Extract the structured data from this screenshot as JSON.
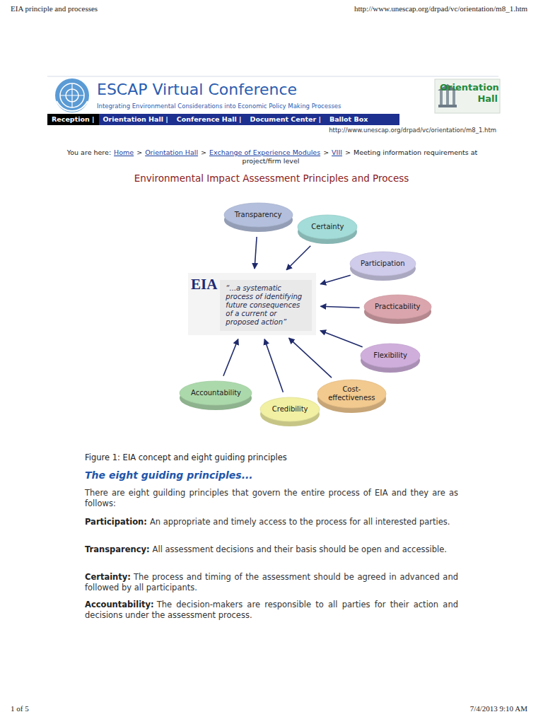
{
  "diagram": {
    "title": "Environmental Impact Assessment Principles and Process",
    "caption": "Figure 1: EIA concept and eight guiding principles",
    "nodes": [
      {
        "text": [
          "EIA",
          "“...a systematic process of identifying future consequences of a current or proposed action”"
        ]
      },
      {
        "text": [
          "Transparency"
        ]
      },
      {
        "text": [
          "Certainty"
        ]
      },
      {
        "text": [
          "Participation"
        ]
      },
      {
        "text": [
          "Practicability"
        ]
      },
      {
        "text": [
          "Flexibility"
        ]
      },
      {
        "text": [
          "Cost-effectiveness"
        ]
      },
      {
        "text": [
          "Credibility"
        ]
      },
      {
        "text": [
          "Accountability"
        ]
      }
    ],
    "edges": [
      {
        "from": 1,
        "to": 0,
        "arrow": "to"
      },
      {
        "from": 2,
        "to": 0,
        "arrow": "to"
      },
      {
        "from": 3,
        "to": 0,
        "arrow": "to"
      },
      {
        "from": 4,
        "to": 0,
        "arrow": "to"
      },
      {
        "from": 5,
        "to": 0,
        "arrow": "to"
      },
      {
        "from": 6,
        "to": 0,
        "arrow": "to"
      },
      {
        "from": 7,
        "to": 0,
        "arrow": "to"
      },
      {
        "from": 8,
        "to": 0,
        "arrow": "to"
      }
    ],
    "labels": [
      "EIA principle and processes",
      "http://www.unescap.org/drpad/vc/orientation/m8_1.htm",
      "ESCAP Virtual Conference",
      "Integrating Environmental Considerations into Economic Policy Making Processes",
      "Orientation Hall",
      "Reception |",
      "Orientation Hall |",
      "Conference Hall |",
      "Document Center |",
      "Ballot Box",
      "http://www.unescap.org/drpad/vc/orientation/m8_1.htm",
      "You are here:",
      "Home",
      ">",
      "Orientation Hall",
      ">",
      "Exchange of Experience Modules",
      ">",
      "VIII",
      ">",
      "Meeting information requirements at project/firm level",
      "The eight guiding principles...",
      "There are eight guilding principles that govern the entire process of EIA and they are as follows:",
      "Participation:",
      "An appropriate and timely access to the process for all interested parties.",
      "Transparency:",
      "All assessment decisions and their basis should be open and accessible.",
      "Certainty:",
      "The process and timing of the assessment should be agreed in advanced and followed by all participants.",
      "Accountability:",
      "The decision-makers are responsible to all parties for their action and decisions under the assessment process.",
      "1 of 5",
      "7/4/2013 9:10 AM"
    ]
  }
}
